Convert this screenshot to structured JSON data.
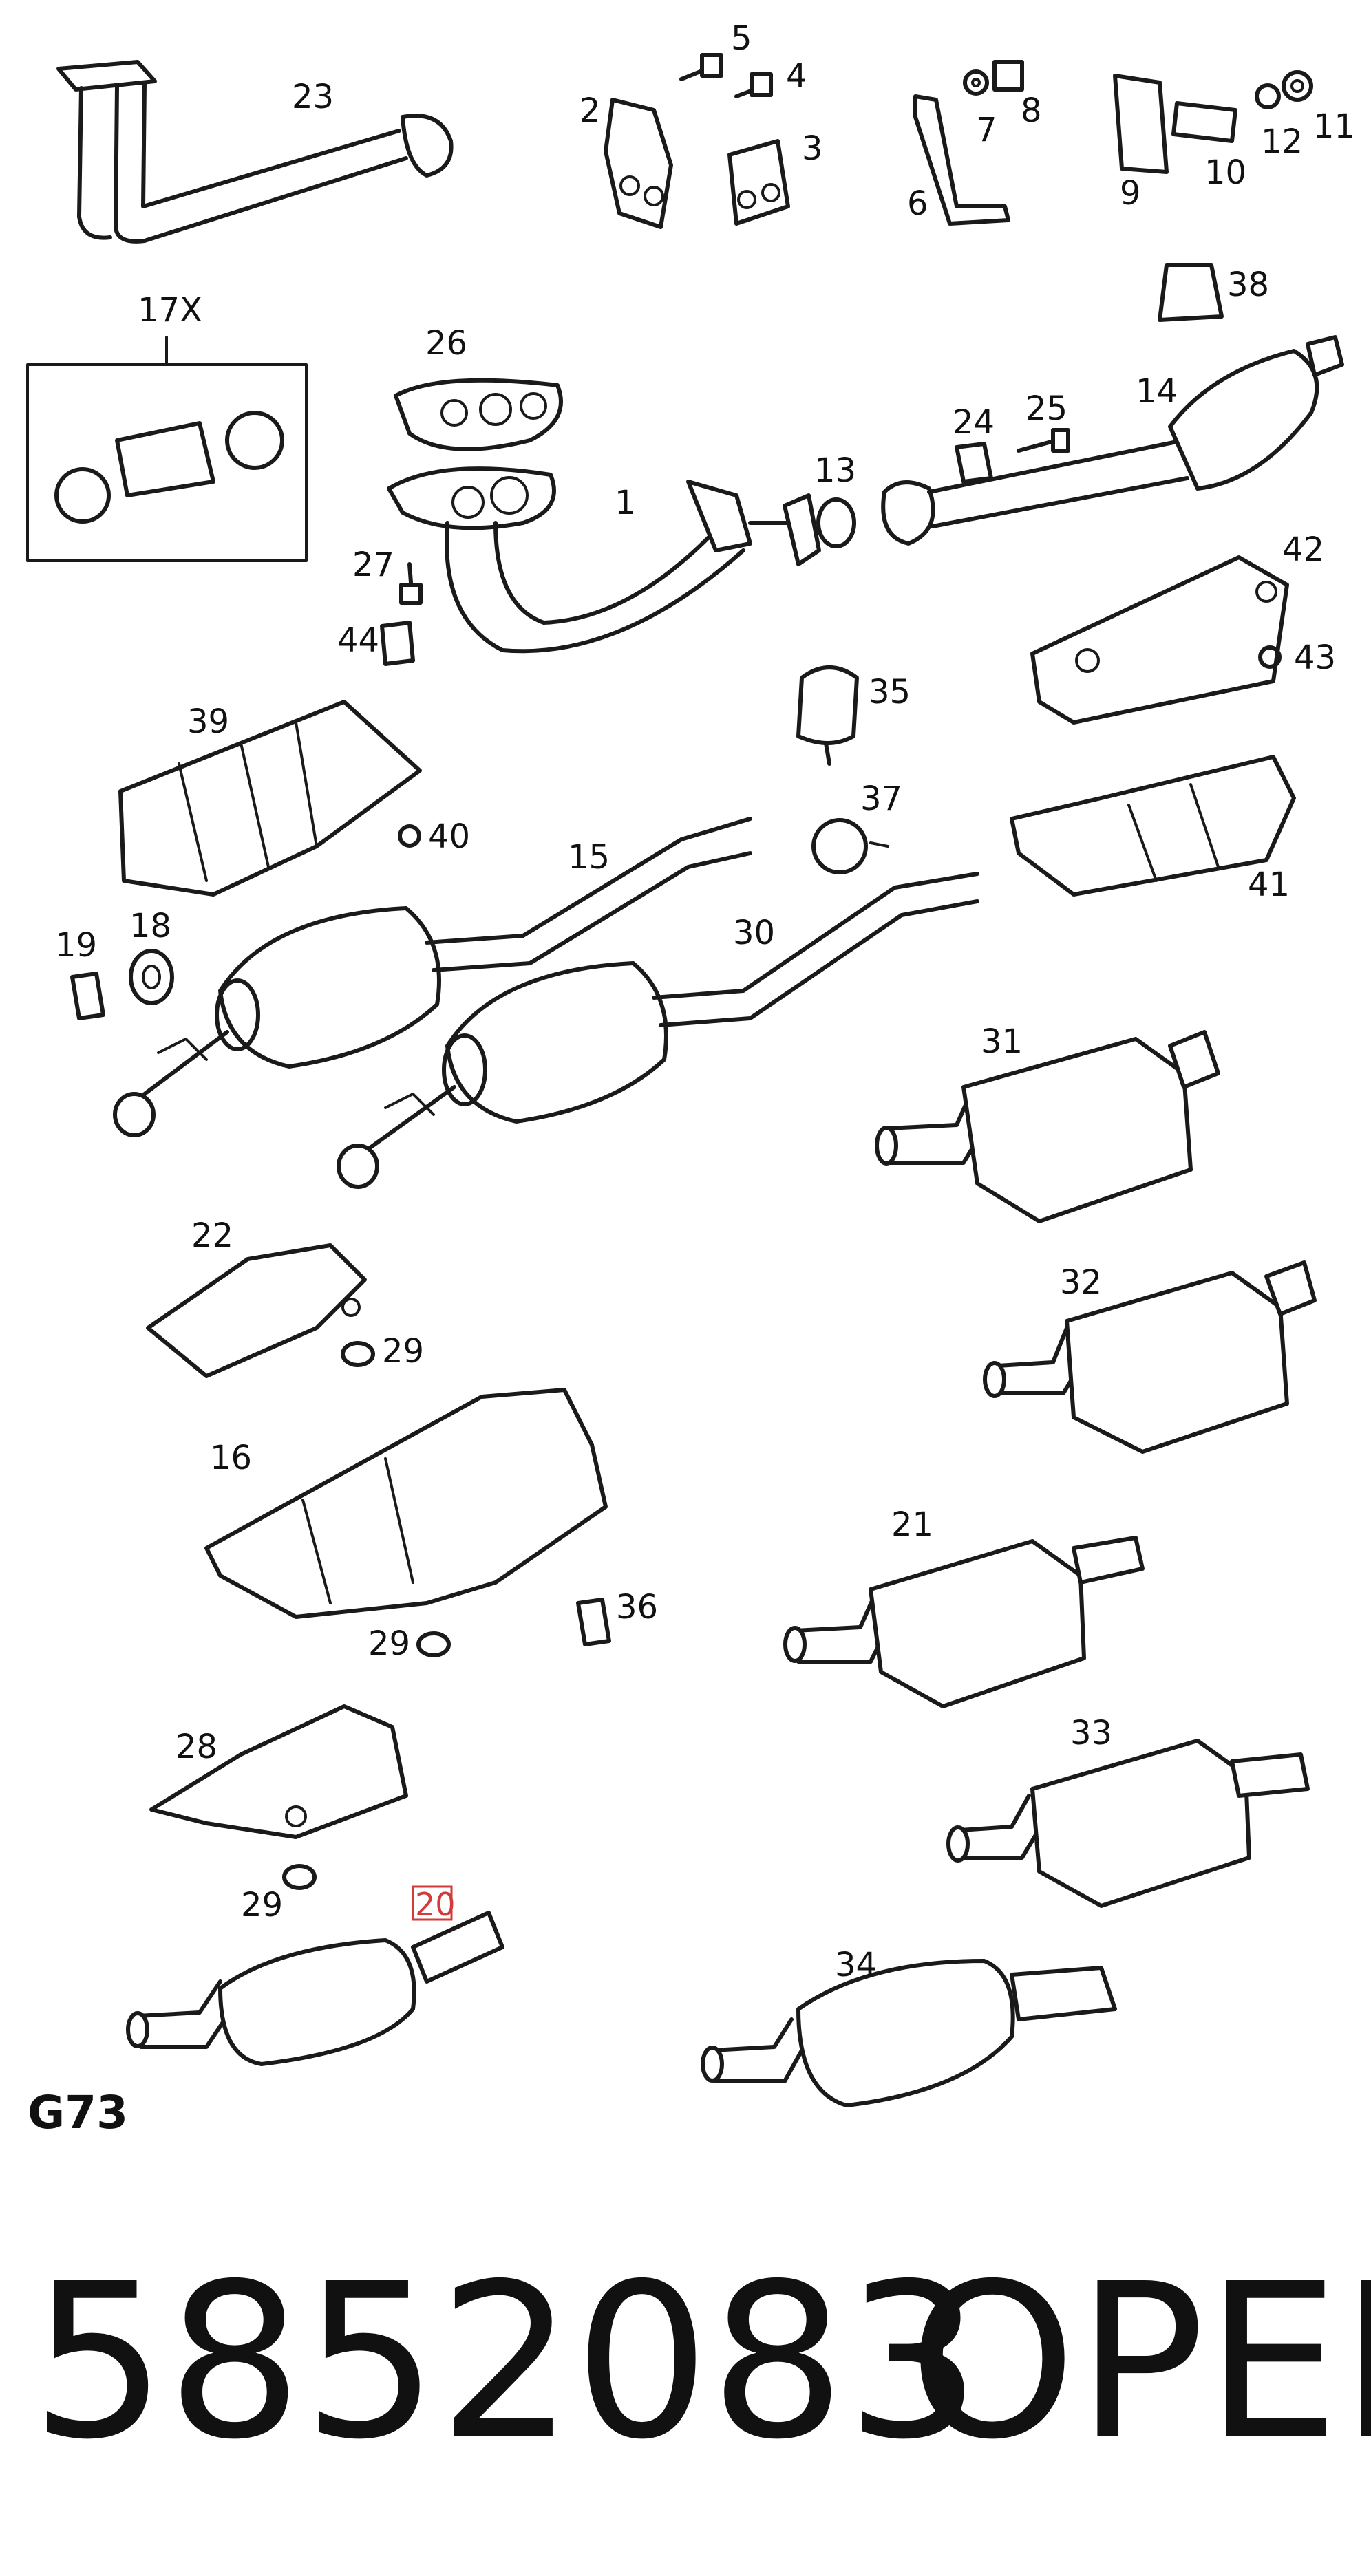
{
  "diagram_code": "G73",
  "part_number": "5852083",
  "brand": "OPEL",
  "highlight_color": "#d33a3a",
  "selected_callout": "20",
  "callouts": {
    "c1": "1",
    "c2": "2",
    "c3": "3",
    "c4": "4",
    "c5": "5",
    "c6": "6",
    "c7": "7",
    "c8": "8",
    "c9": "9",
    "c10": "10",
    "c11": "11",
    "c12": "12",
    "c13": "13",
    "c14": "14",
    "c15": "15",
    "c16": "16",
    "c17x": "17X",
    "c18": "18",
    "c19": "19",
    "c21": "21",
    "c22": "22",
    "c23": "23",
    "c24": "24",
    "c25": "25",
    "c26": "26",
    "c27": "27",
    "c28": "28",
    "c29a": "29",
    "c29b": "29",
    "c29c": "29",
    "c30": "30",
    "c31": "31",
    "c32": "32",
    "c33": "33",
    "c34": "34",
    "c35": "35",
    "c36": "36",
    "c37": "37",
    "c38": "38",
    "c39": "39",
    "c40": "40",
    "c41": "41",
    "c42": "42",
    "c43": "43",
    "c44": "44"
  }
}
